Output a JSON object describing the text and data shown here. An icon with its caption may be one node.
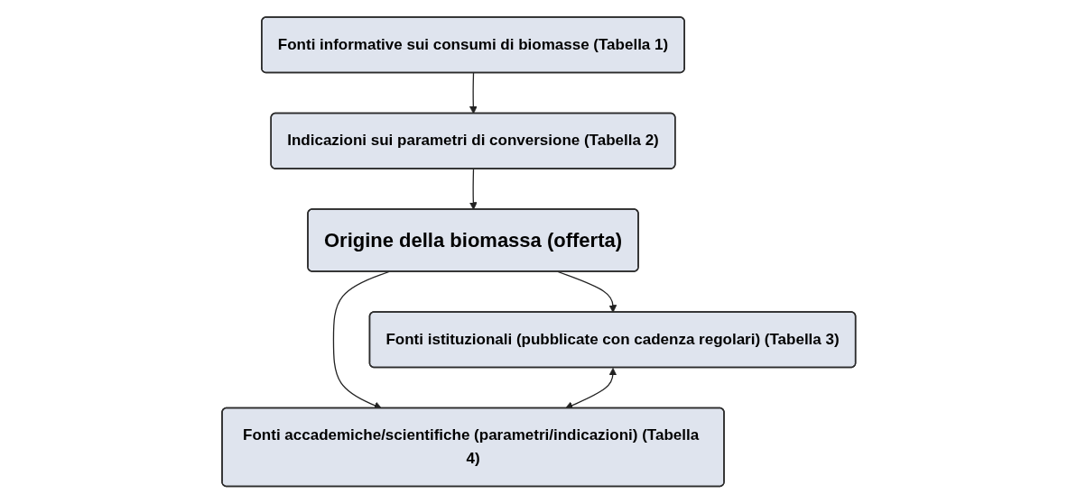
{
  "diagram": {
    "nodes": [
      {
        "text": [
          "Fonti informative sui consumi di biomasse (Tabella 1)"
        ]
      },
      {
        "text": [
          "Indicazioni sui parametri di conversione (Tabella 2)"
        ]
      },
      {
        "text": [
          "Origine della biomassa (offerta)"
        ]
      },
      {
        "text": [
          "Fonti istituzionali (pubblicate con cadenza regolari) (Tabella 3)"
        ]
      },
      {
        "text": [
          "Fonti accademiche/scientifiche (parametri/indicazioni) (Tabella 4)"
        ]
      }
    ],
    "edges": [
      {
        "from": 0,
        "to": 1,
        "arrow": "to"
      },
      {
        "from": 1,
        "to": 2,
        "arrow": "to"
      },
      {
        "from": 2,
        "to": 3,
        "arrow": "to"
      },
      {
        "from": 2,
        "to": 4,
        "arrow": "to"
      },
      {
        "from": 3,
        "to": 4,
        "arrow": "both"
      }
    ]
  }
}
